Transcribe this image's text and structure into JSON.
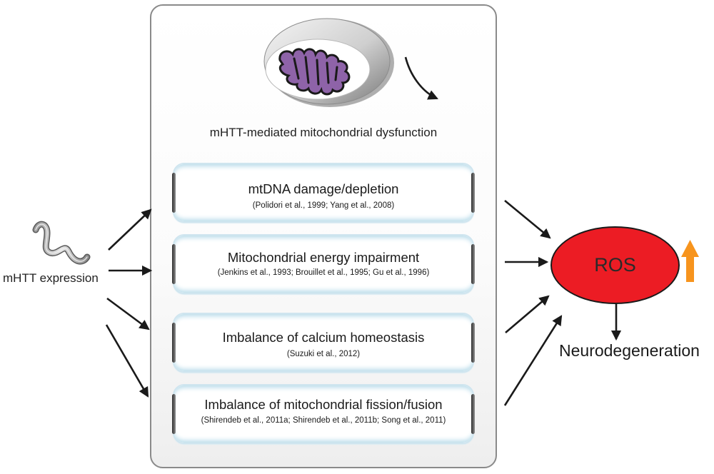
{
  "panel": {
    "title": "mHTT-mediated mitochondrial dysfunction"
  },
  "mechanisms": [
    {
      "title": "mtDNA damage/depletion",
      "refs": "(Polidori et al., 1999; Yang et al., 2008)"
    },
    {
      "title": "Mitochondrial energy impairment",
      "refs": "(Jenkins et al., 1993; Brouillet et al., 1995; Gu et al., 1996)"
    },
    {
      "title": "Imbalance of calcium homeostasis",
      "refs": "(Suzuki et al., 2012)"
    },
    {
      "title": "Imbalance of mitochondrial fission/fusion",
      "refs": "(Shirendeb et al., 2011a; Shirendeb et al., 2011b; Song et al., 2011)"
    }
  ],
  "input_label": "mHTT expression",
  "ros_label": "ROS",
  "outcome_label": "Neurodegeneration",
  "icons": {
    "protein": "mhtt-protein-icon",
    "mitochondrion": "mitochondrion-icon",
    "increase": "up-arrow-icon"
  },
  "colors": {
    "ros_fill": "#ec1c24",
    "increase_arrow": "#f7941d",
    "mito_matrix": "#8e63a8",
    "tube_edge": "#b9dcea"
  }
}
